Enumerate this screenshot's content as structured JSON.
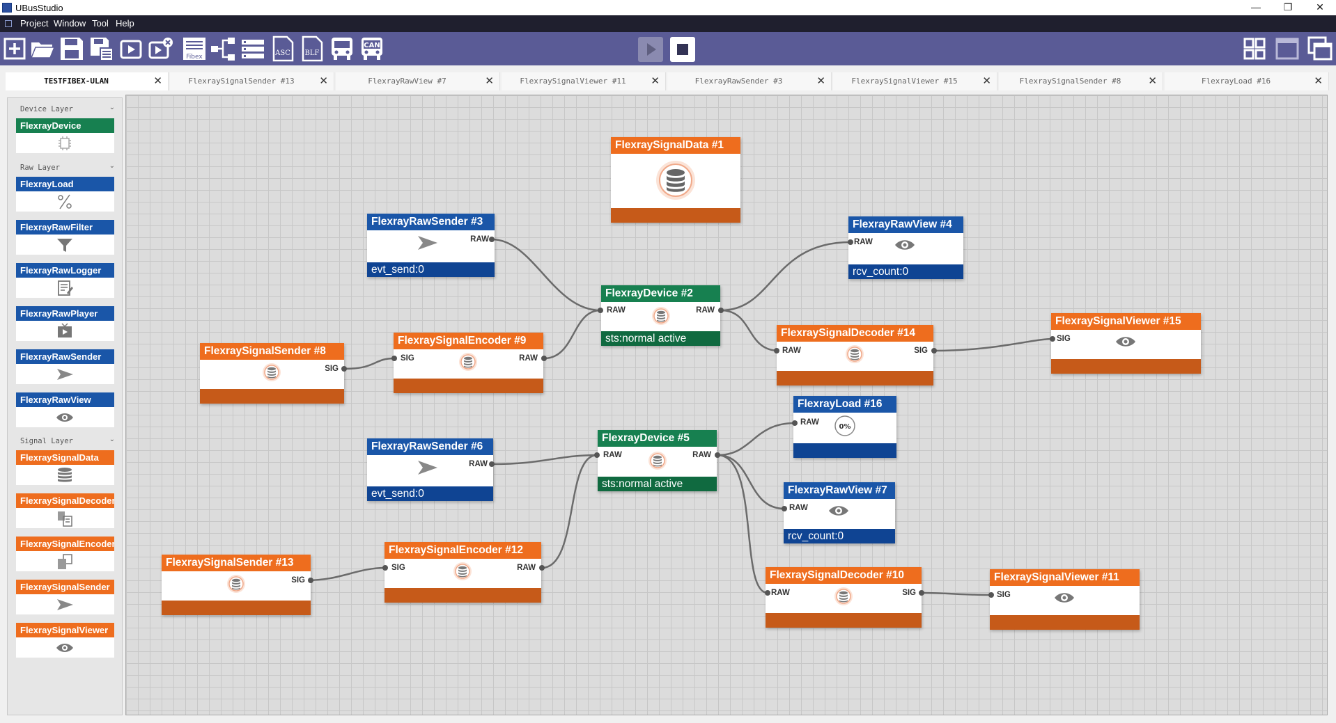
{
  "window": {
    "title": "UBusStudio",
    "controls": {
      "minimize": "—",
      "restore": "❐",
      "close": "✕"
    }
  },
  "menu": {
    "items": [
      "Project",
      "Window",
      "Tool",
      "Help"
    ]
  },
  "toolbar": {
    "buttons": [
      "new-icon",
      "open-folder-icon",
      "save-icon",
      "save-as-icon",
      "run-icon",
      "run-stop-icon",
      "fibex-icon",
      "network-icon",
      "list-icon",
      "asc-icon",
      "blf-icon",
      "bus-icon",
      "can-icon"
    ],
    "fibex_label": "Fibex",
    "asc_label": "ASC",
    "blf_label": "BLF",
    "can_label": "CAN"
  },
  "tabs": [
    {
      "label": "TESTFIBEX-ULAN",
      "active": true
    },
    {
      "label": "FlexraySignalSender #13"
    },
    {
      "label": "FlexrayRawView #7"
    },
    {
      "label": "FlexraySignalViewer #11"
    },
    {
      "label": "FlexrayRawSender #3"
    },
    {
      "label": "FlexraySignalViewer #15"
    },
    {
      "label": "FlexraySignalSender #8"
    },
    {
      "label": "FlexrayLoad #16"
    }
  ],
  "tab_close": "✕",
  "palette": {
    "chevron": "⌄",
    "sections": {
      "device": {
        "label": "Device Layer",
        "items": [
          {
            "label": "FlexrayDevice",
            "icon": "chip-icon"
          }
        ]
      },
      "raw": {
        "label": "Raw Layer",
        "items": [
          {
            "label": "FlexrayLoad",
            "icon": "percent-icon"
          },
          {
            "label": "FlexrayRawFilter",
            "icon": "filter-icon"
          },
          {
            "label": "FlexrayRawLogger",
            "icon": "logger-icon"
          },
          {
            "label": "FlexrayRawPlayer",
            "icon": "player-icon"
          },
          {
            "label": "FlexrayRawSender",
            "icon": "send-icon"
          },
          {
            "label": "FlexrayRawView",
            "icon": "eye-icon"
          }
        ]
      },
      "signal": {
        "label": "Signal Layer",
        "items": [
          {
            "label": "FlexraySignalData",
            "icon": "database-icon"
          },
          {
            "label": "FlexraySignalDecoder",
            "icon": "decoder-icon"
          },
          {
            "label": "FlexraySignalEncoder",
            "icon": "encoder-icon"
          },
          {
            "label": "FlexraySignalSender",
            "icon": "send-icon"
          },
          {
            "label": "FlexraySignalViewer",
            "icon": "eye-icon"
          }
        ]
      }
    }
  },
  "ports": {
    "raw": "RAW",
    "sig": "SIG"
  },
  "nodes": {
    "signal_data_1": {
      "title": "FlexraySignalData #1"
    },
    "raw_sender_3": {
      "title": "FlexrayRawSender #3",
      "status": "evt_send:0"
    },
    "raw_view_4": {
      "title": "FlexrayRawView #4",
      "status": "rcv_count:0"
    },
    "device_2": {
      "title": "FlexrayDevice #2",
      "status": "sts:normal active"
    },
    "signal_decoder_14": {
      "title": "FlexraySignalDecoder #14"
    },
    "signal_viewer_15": {
      "title": "FlexraySignalViewer #15"
    },
    "signal_sender_8": {
      "title": "FlexraySignalSender #8"
    },
    "signal_encoder_9": {
      "title": "FlexraySignalEncoder #9"
    },
    "load_16": {
      "title": "FlexrayLoad #16",
      "gauge": "0%"
    },
    "raw_sender_6": {
      "title": "FlexrayRawSender #6",
      "status": "evt_send:0"
    },
    "device_5": {
      "title": "FlexrayDevice #5",
      "status": "sts:normal active"
    },
    "raw_view_7": {
      "title": "FlexrayRawView #7",
      "status": "rcv_count:0"
    },
    "signal_sender_13": {
      "title": "FlexraySignalSender #13"
    },
    "signal_encoder_12": {
      "title": "FlexraySignalEncoder #12"
    },
    "signal_decoder_10": {
      "title": "FlexraySignalDecoder #10"
    },
    "signal_viewer_11": {
      "title": "FlexraySignalViewer #11"
    }
  },
  "colors": {
    "signal_orange": "#ee6d1e",
    "raw_blue": "#1a56a8",
    "device_green": "#178050",
    "toolbar": "#5a5b96"
  }
}
